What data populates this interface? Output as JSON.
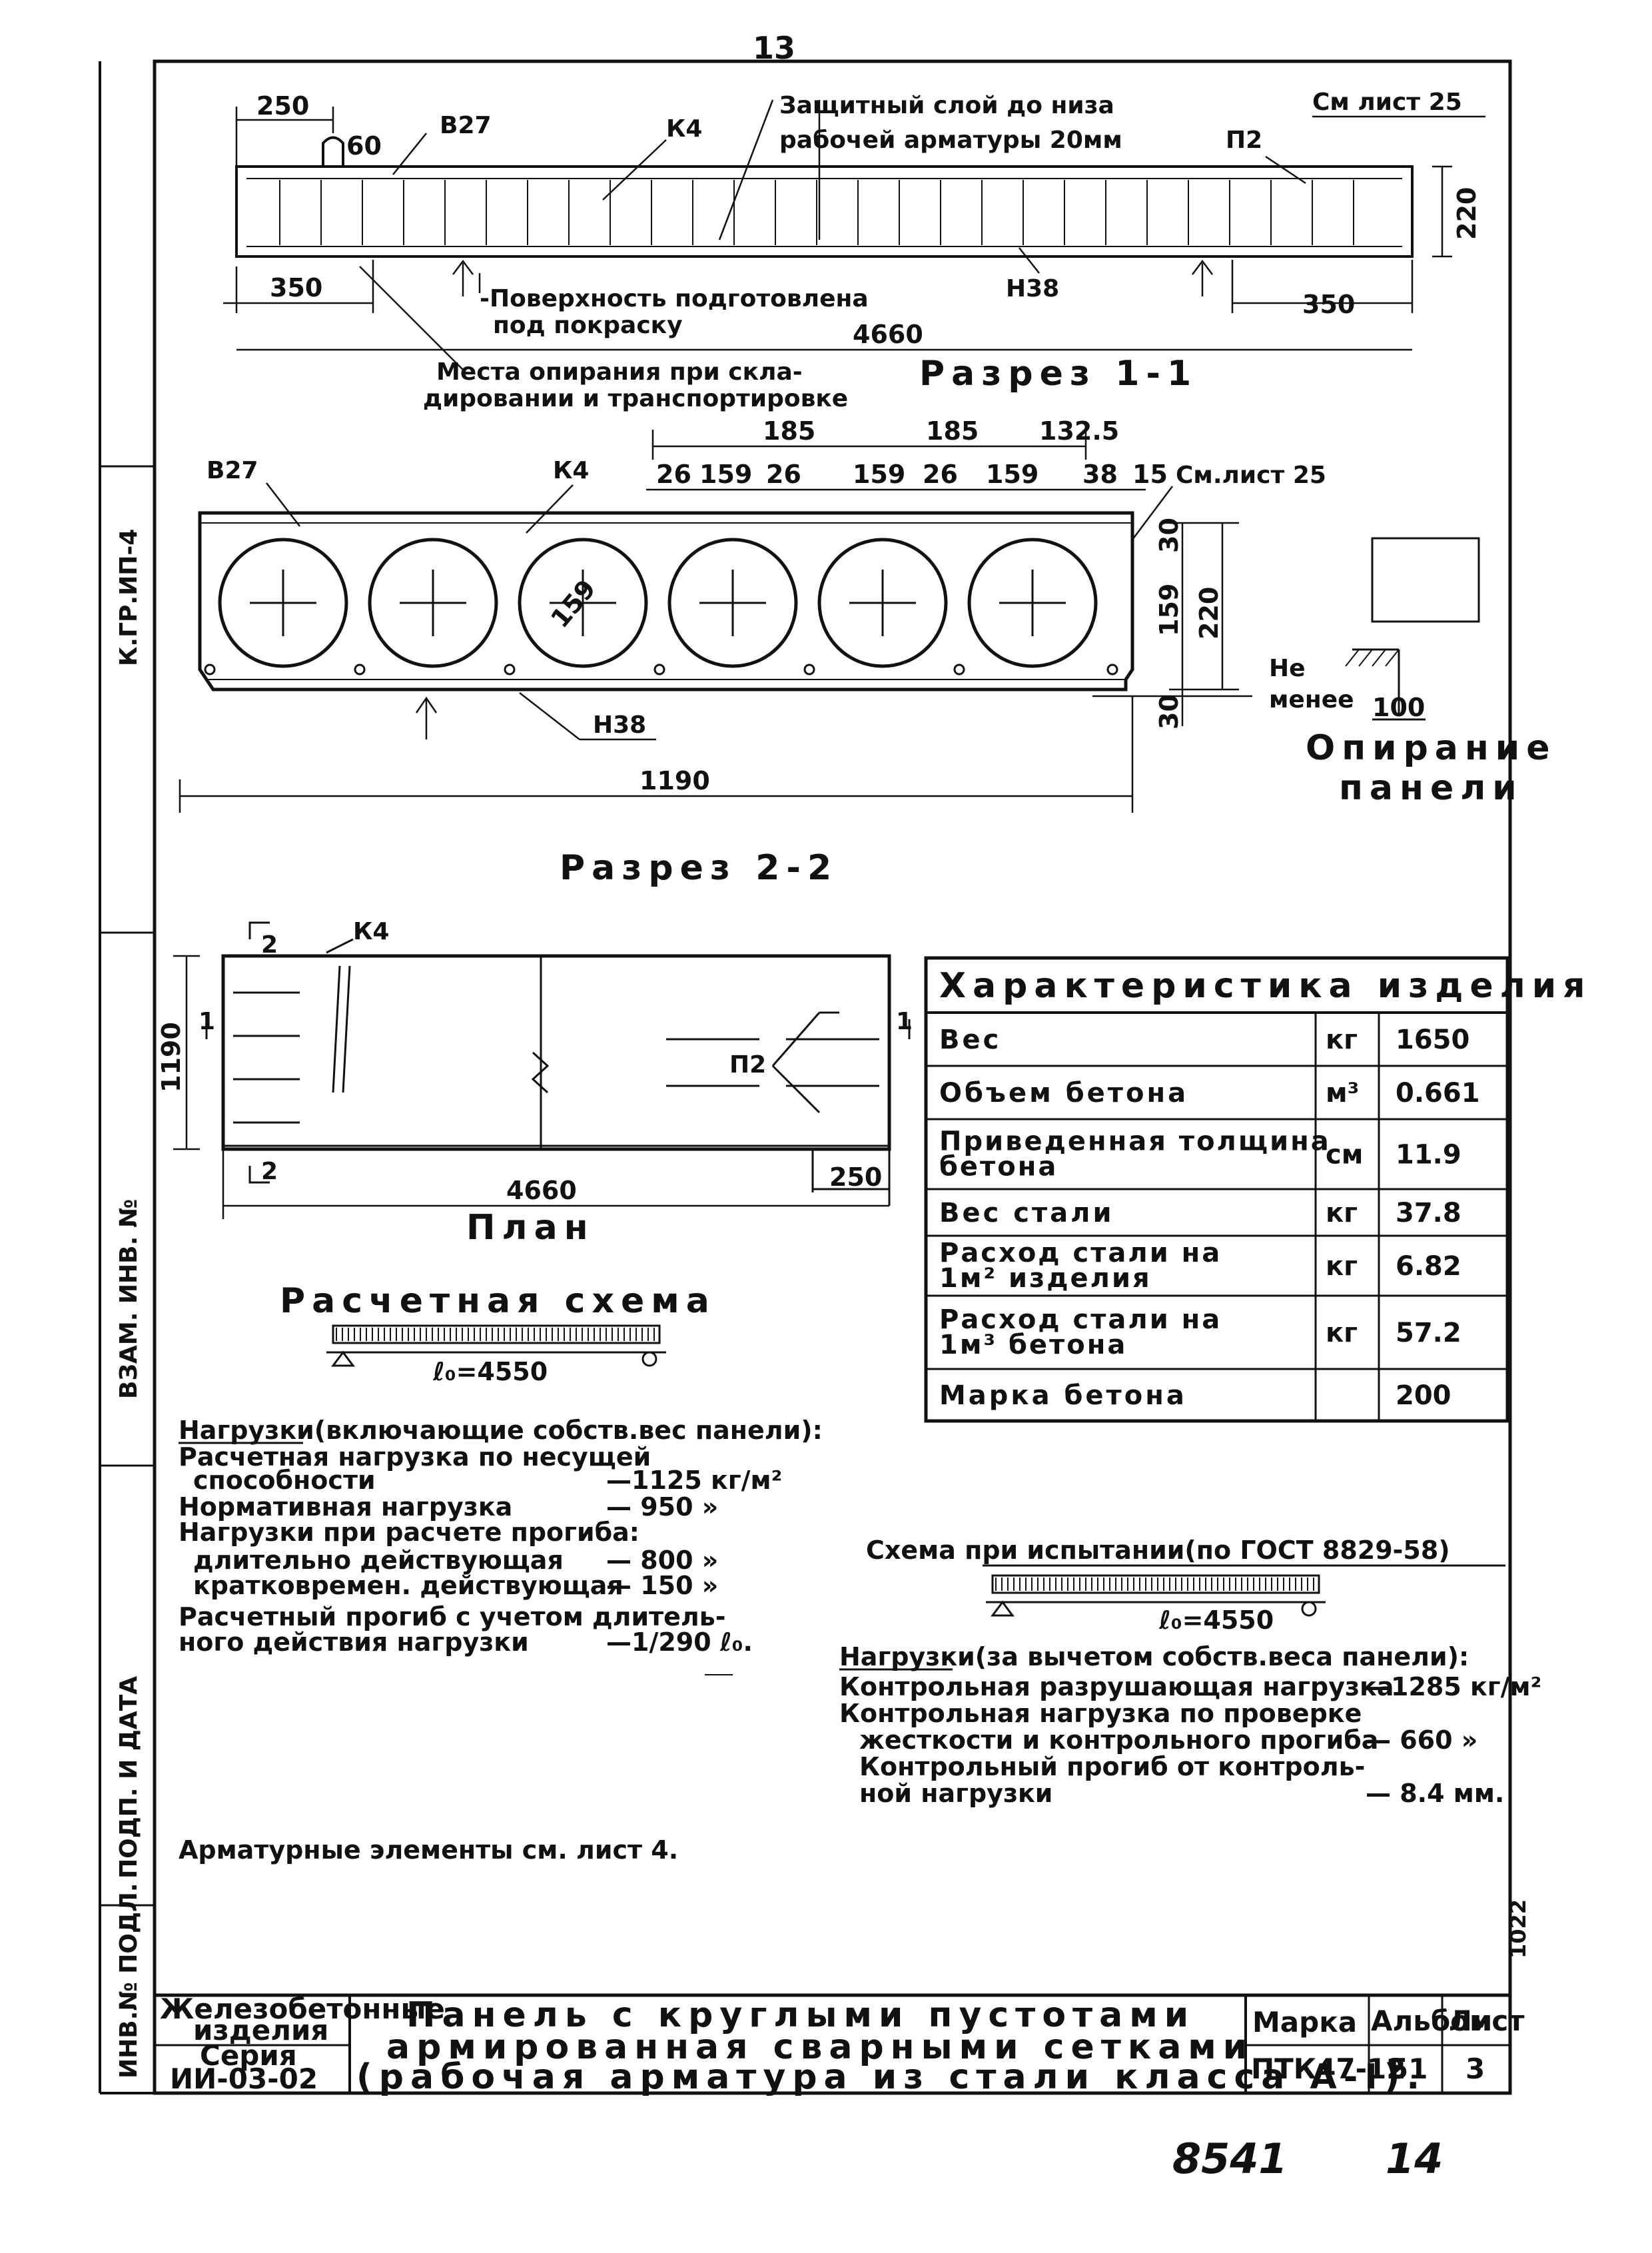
{
  "page": {
    "number": "13",
    "handwritten": [
      "8541",
      "14"
    ],
    "side_note": "1022"
  },
  "top_elevation": {
    "dims_top": [
      "250",
      "60"
    ],
    "labels": [
      "В27",
      "К4",
      "П2",
      "Н38"
    ],
    "cover_note": [
      "Защитный слой до низа",
      "рабочей арматуры 20мм"
    ],
    "ref": "См лист 25",
    "height": "220",
    "support_dims": [
      "350",
      "350"
    ],
    "length": "4660",
    "surface_note": [
      "-Поверхность подготовлена",
      "под покраску"
    ],
    "support_note": [
      "Места опирания при скла-",
      "дировании и транспортировке"
    ]
  },
  "section1": {
    "title": "Разрез 1-1",
    "labels": [
      "В27",
      "К4",
      "Н38",
      "См.лист 25"
    ],
    "top_dims_a": [
      "185",
      "185",
      "132.5"
    ],
    "top_dims_b": [
      "26",
      "159",
      "26",
      "159",
      "26",
      "159",
      "38",
      "15"
    ],
    "void_dia": "159",
    "side_dims": [
      "30",
      "159",
      "30"
    ],
    "height": "220",
    "width": "1190"
  },
  "support": {
    "min_note": [
      "Не",
      "менее"
    ],
    "min_value": "100",
    "title": [
      "Опирание",
      "панели"
    ]
  },
  "section2_title": "Разрез 2-2",
  "plan": {
    "labels": [
      "К4",
      "П2"
    ],
    "cut_marks": [
      "2",
      "2",
      "1",
      "1"
    ],
    "width": "1190",
    "length": "4660",
    "end_dim": "250",
    "title": "План"
  },
  "design_scheme": {
    "title": "Расчетная схема",
    "span": "ℓ₀=4550",
    "loads_title": "Нагрузки(включающие собств.вес панели):",
    "lines": [
      {
        "label": "Расчетная нагрузка по несущей",
        "value": ""
      },
      {
        "label": "способности",
        "value": "—1125 кг/м²"
      },
      {
        "label": "Нормативная нагрузка",
        "value": "— 950  »"
      },
      {
        "label": "Нагрузки при расчете прогиба:",
        "value": ""
      },
      {
        "label": "длительно действующая",
        "value": "— 800  »"
      },
      {
        "label": "кратковремен. действующая",
        "value": "— 150  »"
      },
      {
        "label": "Расчетный прогиб с учетом длитель-",
        "value": ""
      },
      {
        "label": "ного действия нагрузки",
        "value": "—1/290 ℓ₀."
      }
    ],
    "reinf_note": "Арматурные элементы см. лист 4."
  },
  "table": {
    "title": "Характеристика изделия",
    "rows": [
      {
        "name": [
          "Вес"
        ],
        "unit": "кг",
        "value": "1650"
      },
      {
        "name": [
          "Объем бетона"
        ],
        "unit": "м³",
        "value": "0.661"
      },
      {
        "name": [
          "Приведенная толщина",
          "бетона"
        ],
        "unit": "см",
        "value": "11.9"
      },
      {
        "name": [
          "Вес стали"
        ],
        "unit": "кг",
        "value": "37.8"
      },
      {
        "name": [
          "Расход стали на",
          "1м² изделия"
        ],
        "unit": "кг",
        "value": "6.82"
      },
      {
        "name": [
          "Расход стали на",
          "1м³ бетона"
        ],
        "unit": "кг",
        "value": "57.2"
      },
      {
        "name": [
          "Марка бетона"
        ],
        "unit": "",
        "value": "200"
      }
    ]
  },
  "test_scheme": {
    "title": "Схема при испытании(по ГОСТ 8829-58)",
    "span": "ℓ₀=4550",
    "loads_title": "Нагрузки(за вычетом собств.веса панели):",
    "lines": [
      {
        "label": "Контрольная разрушающая нагрузка",
        "value": "—1285 кг/м²"
      },
      {
        "label": "Контрольная нагрузка по проверке",
        "value": ""
      },
      {
        "label": "жесткости и контрольного прогиба",
        "value": "— 660 »"
      },
      {
        "label": "Контрольный прогиб от контроль-",
        "value": ""
      },
      {
        "label": "ной нагрузки",
        "value": "— 8.4 мм."
      }
    ]
  },
  "title_block": {
    "left_top": [
      "Железобетонные",
      "изделия"
    ],
    "left_bottom": [
      "Серия",
      "ИИ-03-02"
    ],
    "title_lines": [
      "Панель с круглыми пустотами",
      "армированная сварными сетками",
      "(рабочая арматура из стали класса А-I)."
    ],
    "headers": [
      "Марка",
      "Альбом",
      "Лист"
    ],
    "values": [
      "ПТК47-12",
      "51",
      "3"
    ]
  },
  "left_stamp": [
    "ИНВ.№ ПОДЛ.",
    "ПОДП. И ДАТА",
    "ВЗАМ. ИНВ. №",
    "К.ГР.ИП-4"
  ]
}
